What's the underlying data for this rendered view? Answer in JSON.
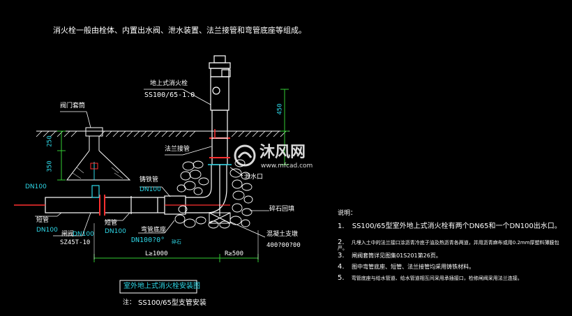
{
  "header_note": "消火栓一般由栓体、内置出水阀、泄水装置、法兰接管和弯管底座等组成。",
  "labels": {
    "hydrant_name": "地上式消火栓",
    "hydrant_model": "SS100/65-1.0",
    "valve_well_cover": "阀门套筒",
    "flange_pipe": "法兰接管",
    "drain_outlet": "泄水口",
    "crushed_stone": "碎石回填",
    "concrete_support": "混凝土支墩",
    "support_size": "400?00?00",
    "short_pipe_left": "短管",
    "valve": "闸阀",
    "valve_model": "SZ45T-10",
    "short_pipe_mid": "短管",
    "elbow_base": "弯管底座",
    "elbow_size": "DN100?0°",
    "socket_pipe": "铸铁管",
    "socket_pipe_dn": "DN100",
    "dn100_left": "DN100",
    "dn100_a": "DN100",
    "dn100_b": "DN100",
    "dn100_c": "DN100",
    "gravel_small": "碎石",
    "dim_250": "250",
    "dim_350": "350",
    "dim_450": "450",
    "dim_l": "L≥1000",
    "dim_r": "R≥500"
  },
  "title_box": {
    "title": "室外地上式消火栓安装图",
    "note_prefix": "注：",
    "note_text": "SS100/65型支管安装"
  },
  "notes": {
    "heading": "说明：",
    "items": [
      {
        "num": "1.",
        "text": "SS100/65型室外地上式消火栓有两个DN65和一个DN100出水口。"
      },
      {
        "num": "2.",
        "text": "凡埋入土中的法兰接口涂沥青冷底子油及热沥青各两道，并用沥青麻布或用0.2mm厚塑料薄膜包严。"
      },
      {
        "num": "3.",
        "text": "闸阀套筒详见图集01S201第26页。"
      },
      {
        "num": "4.",
        "text": "图中弯管底座、短管、法兰接管均采用铸铁材料。"
      },
      {
        "num": "5.",
        "text": "弯管底座与给水管道、给水管道相互间采用承插接口，检修闸阀采用法兰连接。"
      }
    ]
  },
  "watermark": {
    "brand_cn": "沐风网",
    "brand_url": "www.mfcad.com"
  },
  "colors": {
    "line_white": "#ffffff",
    "line_cyan": "#2ed8e8",
    "line_green": "#33cc33",
    "line_red": "#ff3030",
    "accent_yellow": "#e6e600"
  }
}
